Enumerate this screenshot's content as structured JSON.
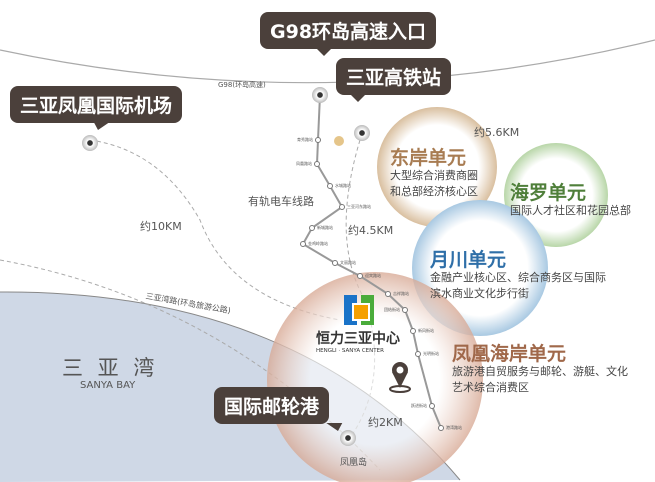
{
  "callouts": {
    "g98_entrance": "G98环岛高速入口",
    "sanya_hsr": "三亚高铁站",
    "airport": "三亚凤凰国际机场",
    "cruise_port": "国际邮轮港"
  },
  "roads": {
    "g98": "G98(环岛高速)",
    "tram": "有轨电车线路",
    "sanya_bay_road": "三亚湾路(环岛旅游公路)"
  },
  "distances": {
    "d1": "约5.6KM",
    "d2": "约4.5KM",
    "d3": "约10KM",
    "d4": "约2KM"
  },
  "bay": {
    "cn": "三 亚 湾",
    "en": "SANYA BAY"
  },
  "island": "凤凰岛",
  "logo": {
    "cn": "恒力三亚中心",
    "en": "HENGLI · SANYA CENTER"
  },
  "units": [
    {
      "title": "东岸单元",
      "desc": [
        "大型综合消费商圈",
        "和总部经济核心区"
      ],
      "color": "#a87c52"
    },
    {
      "title": "海罗单元",
      "desc": [
        "国际人才社区和花园总部"
      ],
      "color": "#4f7f3a"
    },
    {
      "title": "月川单元",
      "desc": [
        "金融产业核心区、综合商务区与国际",
        "滨水商业文化步行街"
      ],
      "color": "#2f6fa8"
    },
    {
      "title": "凤凰海岸单元",
      "desc": [
        "旅游港自贸服务与邮轮、游艇、文化",
        "艺术综合消费区"
      ],
      "color": "#a0684a"
    }
  ],
  "stations": [
    "育秀路站",
    "凤凰路站",
    "水城路站",
    "三亚河东路站",
    "新城路站",
    "金鸡岭路站",
    "文丽路站",
    "迎宾路站",
    "吉祥路站",
    "团结街站",
    "新风街站",
    "光明街站",
    "跃进街站",
    "港湾路站"
  ]
}
